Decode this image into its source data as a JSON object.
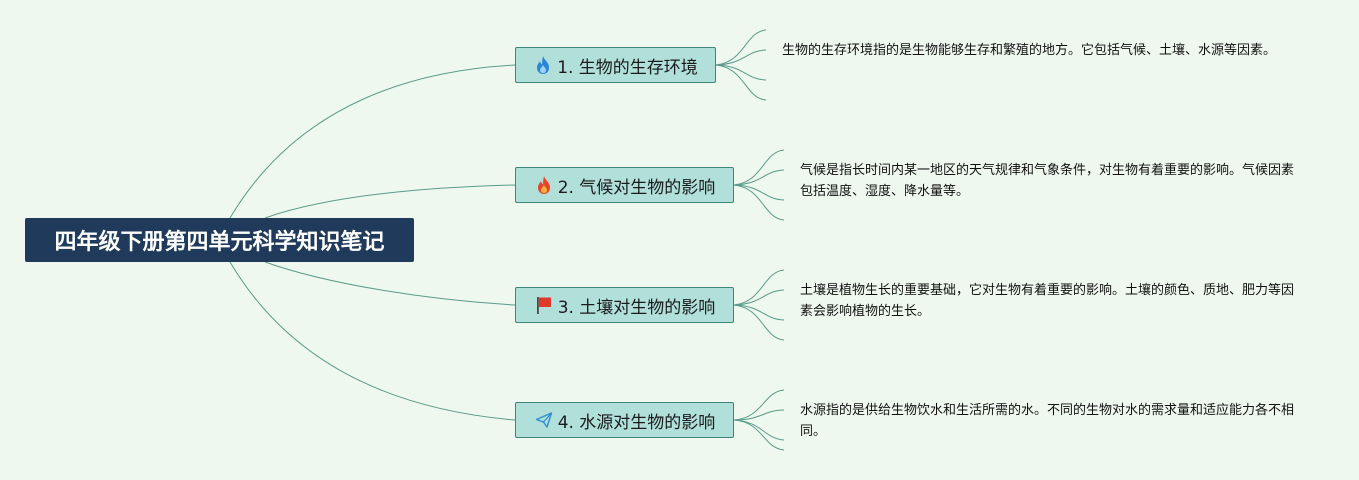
{
  "root": {
    "label": "四年级下册第四单元科学知识笔记"
  },
  "topics": [
    {
      "label": "1. 生物的生存环境",
      "icon": "blue-flame-icon",
      "note": "生物的生存环境指的是生物能够生存和繁殖的地方。它包括气候、土壤、水源等因素。"
    },
    {
      "label": "2. 气候对生物的影响",
      "icon": "red-flame-icon",
      "note": "气候是指长时间内某一地区的天气规律和气象条件，对生物有着重要的影响。气候因素包括温度、湿度、降水量等。"
    },
    {
      "label": "3. 土壤对生物的影响",
      "icon": "red-flag-icon",
      "note": "土壤是植物生长的重要基础，它对生物有着重要的影响。土壤的颜色、质地、肥力等因素会影响植物的生长。"
    },
    {
      "label": "4. 水源对生物的影响",
      "icon": "paper-plane-icon",
      "note": "水源指的是供给生物饮水和生活所需的水。不同的生物对水的需求量和适应能力各不相同。"
    }
  ],
  "colors": {
    "background": "#eef8ef",
    "root_fill": "#1f3a5b",
    "topic_fill": "#b1dfd9",
    "topic_border": "#3f8579",
    "connector": "#5a9a8a"
  }
}
